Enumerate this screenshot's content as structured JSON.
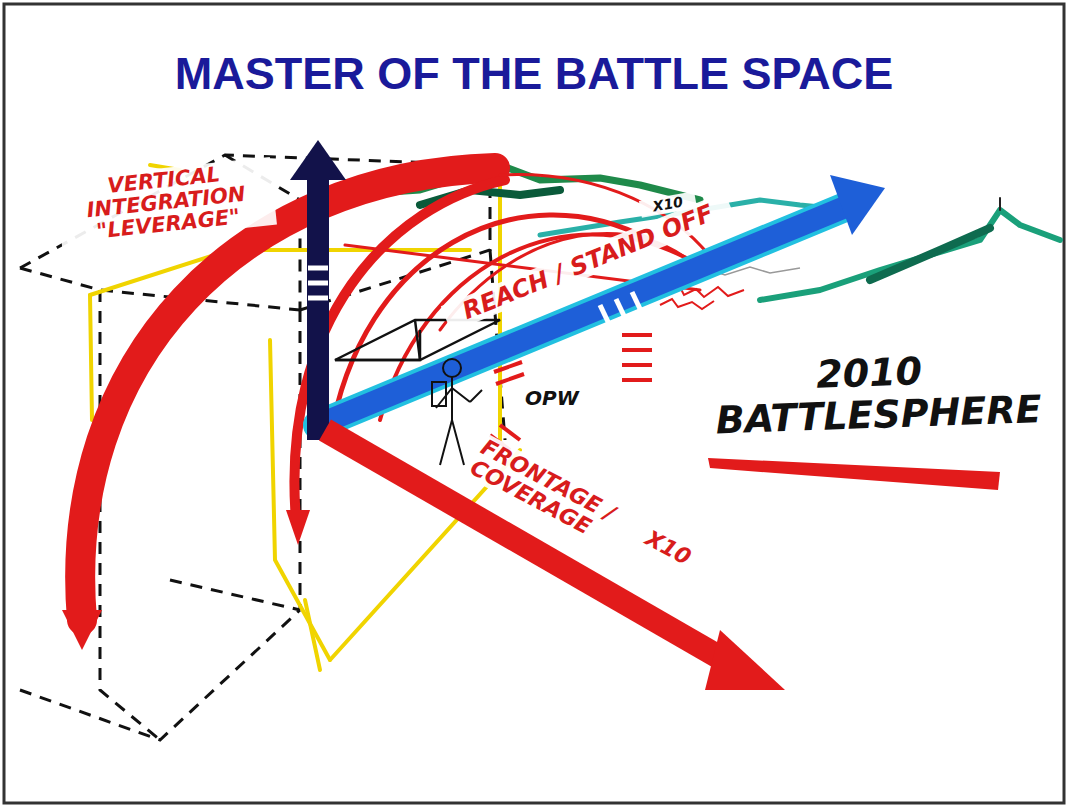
{
  "diagram": {
    "title": "MASTER OF THE BATTLE SPACE",
    "labels": [
      "VERTICAL INTEGRATION \"LEVERAGE\"",
      "REACH / STAND OFF",
      "X10",
      "OPW",
      "FRONTAGE / COVERAGE",
      "X10",
      "2010 BATTLESPHERE"
    ]
  }
}
